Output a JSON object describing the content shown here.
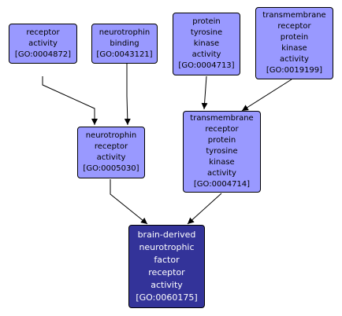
{
  "nodes": [
    {
      "id": "n1",
      "lines": [
        "receptor",
        "activity",
        "[GO:0004872]"
      ]
    },
    {
      "id": "n2",
      "lines": [
        "neurotrophin",
        "binding",
        "[GO:0043121]"
      ]
    },
    {
      "id": "n3",
      "lines": [
        "protein",
        "tyrosine",
        "kinase",
        "activity",
        "[GO:0004713]"
      ]
    },
    {
      "id": "n4",
      "lines": [
        "transmembrane",
        "receptor",
        "protein",
        "kinase",
        "activity",
        "[GO:0019199]"
      ]
    },
    {
      "id": "n5",
      "lines": [
        "neurotrophin",
        "receptor",
        "activity",
        "[GO:0005030]"
      ]
    },
    {
      "id": "n6",
      "lines": [
        "transmembrane",
        "receptor",
        "protein",
        "tyrosine",
        "kinase",
        "activity",
        "[GO:0004714]"
      ]
    },
    {
      "id": "n7",
      "lines": [
        "brain-derived",
        "neurotrophic",
        "factor",
        "receptor",
        "activity",
        "[GO:0060175]"
      ]
    }
  ],
  "edges": [
    {
      "from": "n1",
      "to": "n5"
    },
    {
      "from": "n2",
      "to": "n5"
    },
    {
      "from": "n3",
      "to": "n6"
    },
    {
      "from": "n4",
      "to": "n6"
    },
    {
      "from": "n5",
      "to": "n7"
    },
    {
      "from": "n6",
      "to": "n7"
    }
  ],
  "colors": {
    "node_fill": "#9999ff",
    "focus_fill": "#333399",
    "edge": "#000000"
  }
}
